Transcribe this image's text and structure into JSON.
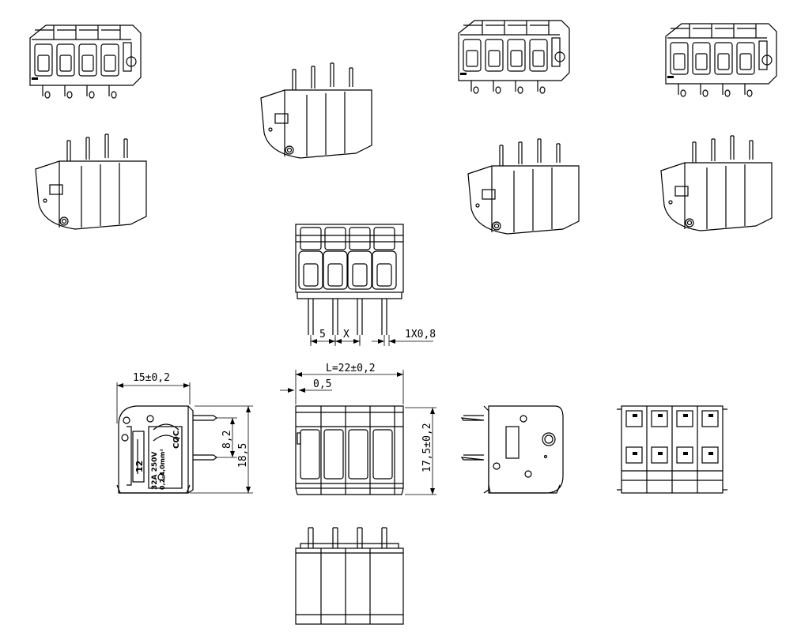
{
  "dimensions": {
    "width_label": "15±0,2",
    "length_label": "L=22±0,2",
    "offset_label": "0,5",
    "pin_spacing_label": "8,2",
    "height_label": "18,5",
    "body_height_label": "17,5±0,2",
    "pitch_label": "5",
    "pitch_var_label": "X",
    "pin_section_label": "1X0,8"
  },
  "side_marking": {
    "rating_line1": "32A 250V",
    "rating_line2": "0,2-4,0mm²",
    "cert": "CQC",
    "strip_length": "12"
  },
  "colors": {
    "line": "#000000",
    "background": "#ffffff"
  }
}
